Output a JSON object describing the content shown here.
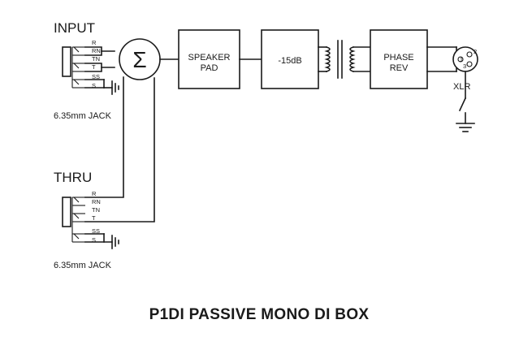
{
  "input": {
    "heading": "INPUT",
    "jack_label": "6.35mm JACK",
    "pins": [
      "R",
      "RN",
      "TN",
      "T",
      "SS",
      "S"
    ]
  },
  "thru": {
    "heading": "THRU",
    "jack_label": "6.35mm JACK",
    "pins": [
      "R",
      "RN",
      "TN",
      "T",
      "SS",
      "S"
    ]
  },
  "summer": {
    "symbol": "Σ"
  },
  "blocks": {
    "speaker_pad": [
      "SPEAKER",
      "PAD"
    ],
    "attenuator": "-15dB",
    "phase_rev": [
      "PHASE",
      "REV"
    ]
  },
  "xlr": {
    "label": "XLR",
    "pins": [
      "1",
      "2",
      "3"
    ]
  },
  "title": "P1DI  PASSIVE MONO DI BOX"
}
